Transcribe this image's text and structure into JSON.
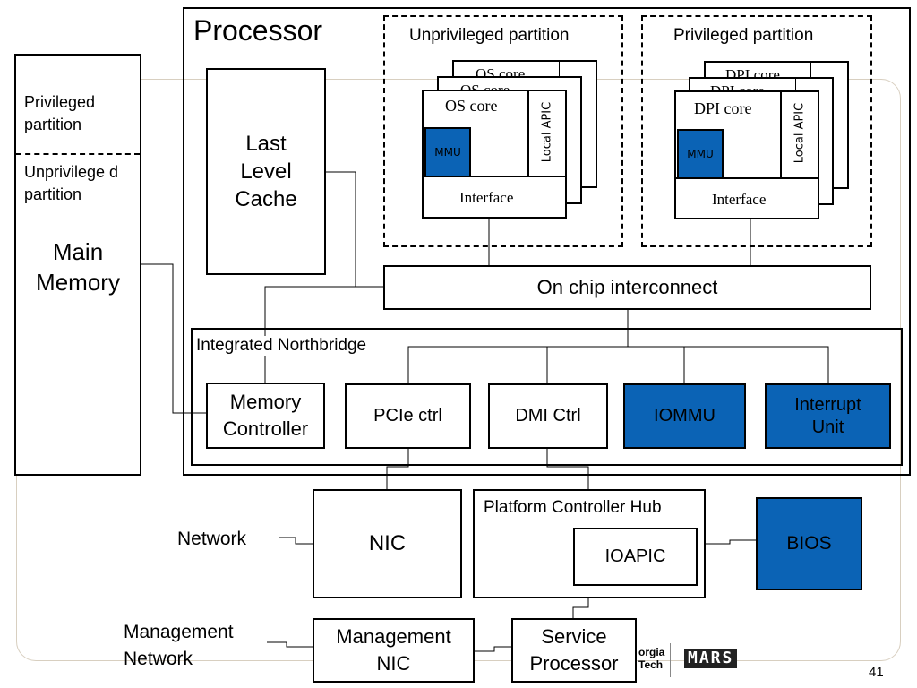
{
  "main_memory": {
    "privileged": "Privileged partition",
    "unprivileged": "Unprivilege d partition",
    "title": "Main Memory"
  },
  "processor": {
    "title": "Processor",
    "llc": "Last Level Cache",
    "interconnect": "On chip interconnect",
    "unpriv_partition": {
      "title": "Unprivileged partition",
      "core": "OS core",
      "back_core_1": "OS core",
      "back_core_2": "OS core",
      "mmu": "MMU",
      "apic": "Local APIC",
      "interface": "Interface"
    },
    "priv_partition": {
      "title": "Privileged partition",
      "core": "DPI core",
      "back_core_1": "DPI core",
      "back_core_2": "DPI core",
      "mmu": "MMU",
      "apic": "Local APIC",
      "interface": "Interface"
    },
    "northbridge": {
      "title": "Integrated Northbridge",
      "memory_controller": "Memory Controller",
      "pcie": "PCIe ctrl",
      "dmi": "DMI Ctrl",
      "iommu": "IOMMU",
      "interrupt_unit": "Interrupt Unit"
    }
  },
  "nic": "NIC",
  "network_label": "Network",
  "pch": {
    "title": "Platform Controller Hub",
    "ioapic": "IOAPIC"
  },
  "bios": "BIOS",
  "management_network_label": "Management Network",
  "management_nic": "Management NIC",
  "service_processor": "Service Processor",
  "logo_text": "orgia Tech",
  "logo_mark": "MARS",
  "page_number": "41",
  "colors": {
    "accent_blue": "#0b63b5",
    "bg": "#ffffff"
  }
}
